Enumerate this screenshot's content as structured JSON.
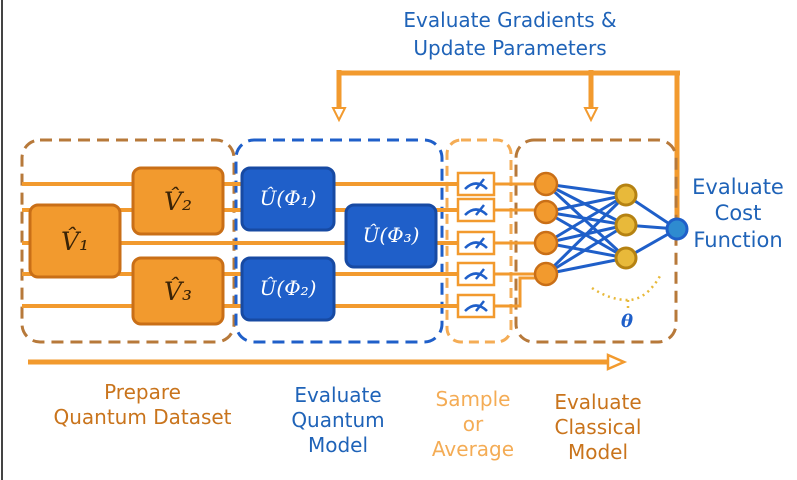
{
  "colors": {
    "orange": "#f29a2e",
    "orange_dark": "#c96f17",
    "tan": "#b7793a",
    "blue": "#1f5fc9",
    "blue_dark": "#174aa3",
    "teal": "#1e7fc1",
    "text_blue": "#1f63b8",
    "text_orange": "#c9741c",
    "text_light_orange": "#f4ac55",
    "gold": "#e8b93a"
  },
  "feedback": {
    "line1": "Evaluate Gradients &",
    "line2": "Update Parameters"
  },
  "gates": {
    "v1": "V̂₁",
    "v2": "V̂₂",
    "v3": "V̂₃",
    "u1": "Û(Φ₁)",
    "u2": "Û(Φ₂)",
    "u3": "Û(Φ₃)"
  },
  "theta": "θ",
  "cost": "Evaluate\nCost\nFunction",
  "stages": {
    "prepare": "Prepare\nQuantum Dataset",
    "quantum": "Evaluate\nQuantum\nModel",
    "sample": "Sample\nor\nAverage",
    "classical": "Evaluate\nClassical\nModel"
  }
}
